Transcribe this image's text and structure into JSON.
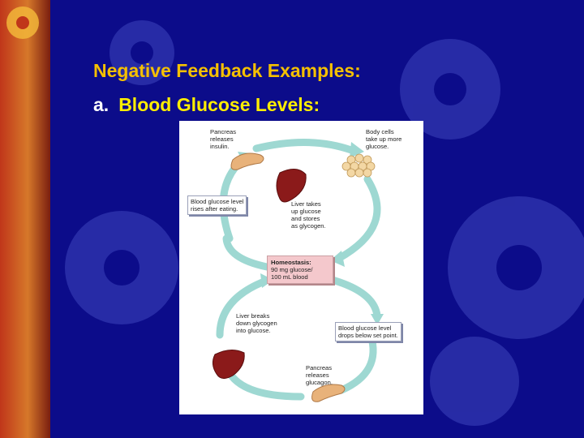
{
  "slide": {
    "title": "Negative Feedback Examples:",
    "subtitle_number": "a.",
    "subtitle_text": "Blood Glucose Levels:"
  },
  "diagram": {
    "pancreas_releases_insulin": "Pancreas\nreleases\ninsulin.",
    "body_cells_take_up_glucose": "Body cells\ntake up more\nglucose.",
    "blood_glucose_rises": "Blood glucose level\nrises after eating.",
    "liver_takes_up_glucose": "Liver takes\nup glucose\nand stores\nas glycogen.",
    "homeostasis_title": "Homeostasis:",
    "homeostasis_value": "90 mg glucose/\n100 mL blood",
    "liver_breaks_down_glycogen": "Liver breaks\ndown glycogen\ninto glucose.",
    "blood_glucose_drops": "Blood glucose level\ndrops below set point.",
    "pancreas_releases_glucagon": "Pancreas\nreleases\nglucagon."
  },
  "colors": {
    "background": "#0c0c8a",
    "title": "#f5c000",
    "subtitle": "#ffee00",
    "arrow": "#9ed8d2",
    "liver": "#8b1a1a",
    "pancreas": "#e8b27a",
    "homeostasis_box": "#f4c8cc"
  }
}
